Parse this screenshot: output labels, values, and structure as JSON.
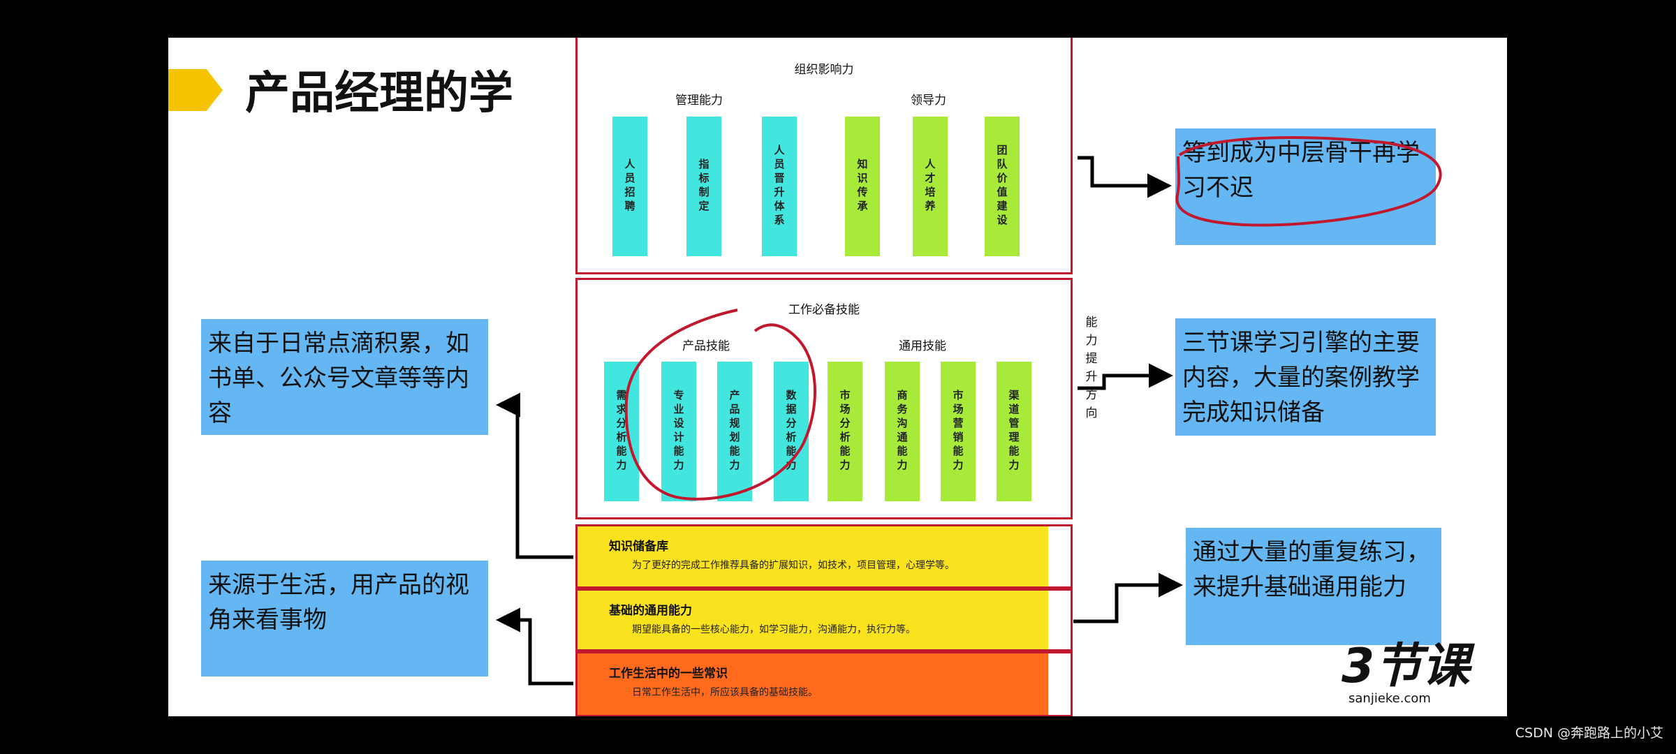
{
  "title": "产品经理的学",
  "org": {
    "title": "组织影响力",
    "groups": [
      {
        "title": "管理能力",
        "items": [
          "人员招聘",
          "指标制定",
          "人员晋升体系"
        ]
      },
      {
        "title": "领导力",
        "items": [
          "知识传承",
          "人才培养",
          "团队价值建设"
        ]
      }
    ]
  },
  "work": {
    "title": "工作必备技能",
    "groups": [
      {
        "title": "产品技能",
        "items": [
          "需求分析能力",
          "专业设计能力",
          "产品规划能力",
          "数据分析能力"
        ]
      },
      {
        "title": "通用技能",
        "items": [
          "市场分析能力",
          "商务沟通能力",
          "市场营销能力",
          "渠道管理能力"
        ]
      }
    ]
  },
  "ability_direction": "能力提升方向",
  "bands": [
    {
      "title": "知识储备库",
      "desc": "为了更好的完成工作推荐具备的扩展知识，如技术，项目管理，心理学等。",
      "color": "#fbe21e"
    },
    {
      "title": "基础的通用能力",
      "desc": "期望能具备的一些核心能力，如学习能力，沟通能力，执行力等。",
      "color": "#fbe21e"
    },
    {
      "title": "工作生活中的一些常识",
      "desc": "日常工作生活中，所应该具备的基础技能。",
      "color": "#ff6a1d"
    }
  ],
  "callouts": {
    "top_right": "等到成为中层骨干再学习不迟",
    "mid_right": "三节课学习引擎的主要内容，大量的案例教学完成知识储备",
    "bottom_right": "通过大量的重复练习，来提升基础通用能力",
    "top_left": "来自于日常点滴积累，如书单、公众号文章等等内容",
    "bottom_left": "来源于生活，用产品的视角来看事物"
  },
  "brand": {
    "logo": "3节课",
    "url": "sanjieke.com"
  },
  "watermark": "CSDN @奔跑路上的小艾",
  "colors": {
    "teal": "#43e6de",
    "lime": "#a7ea3a",
    "callout": "#64b7f2",
    "annotation": "#c2182e"
  }
}
